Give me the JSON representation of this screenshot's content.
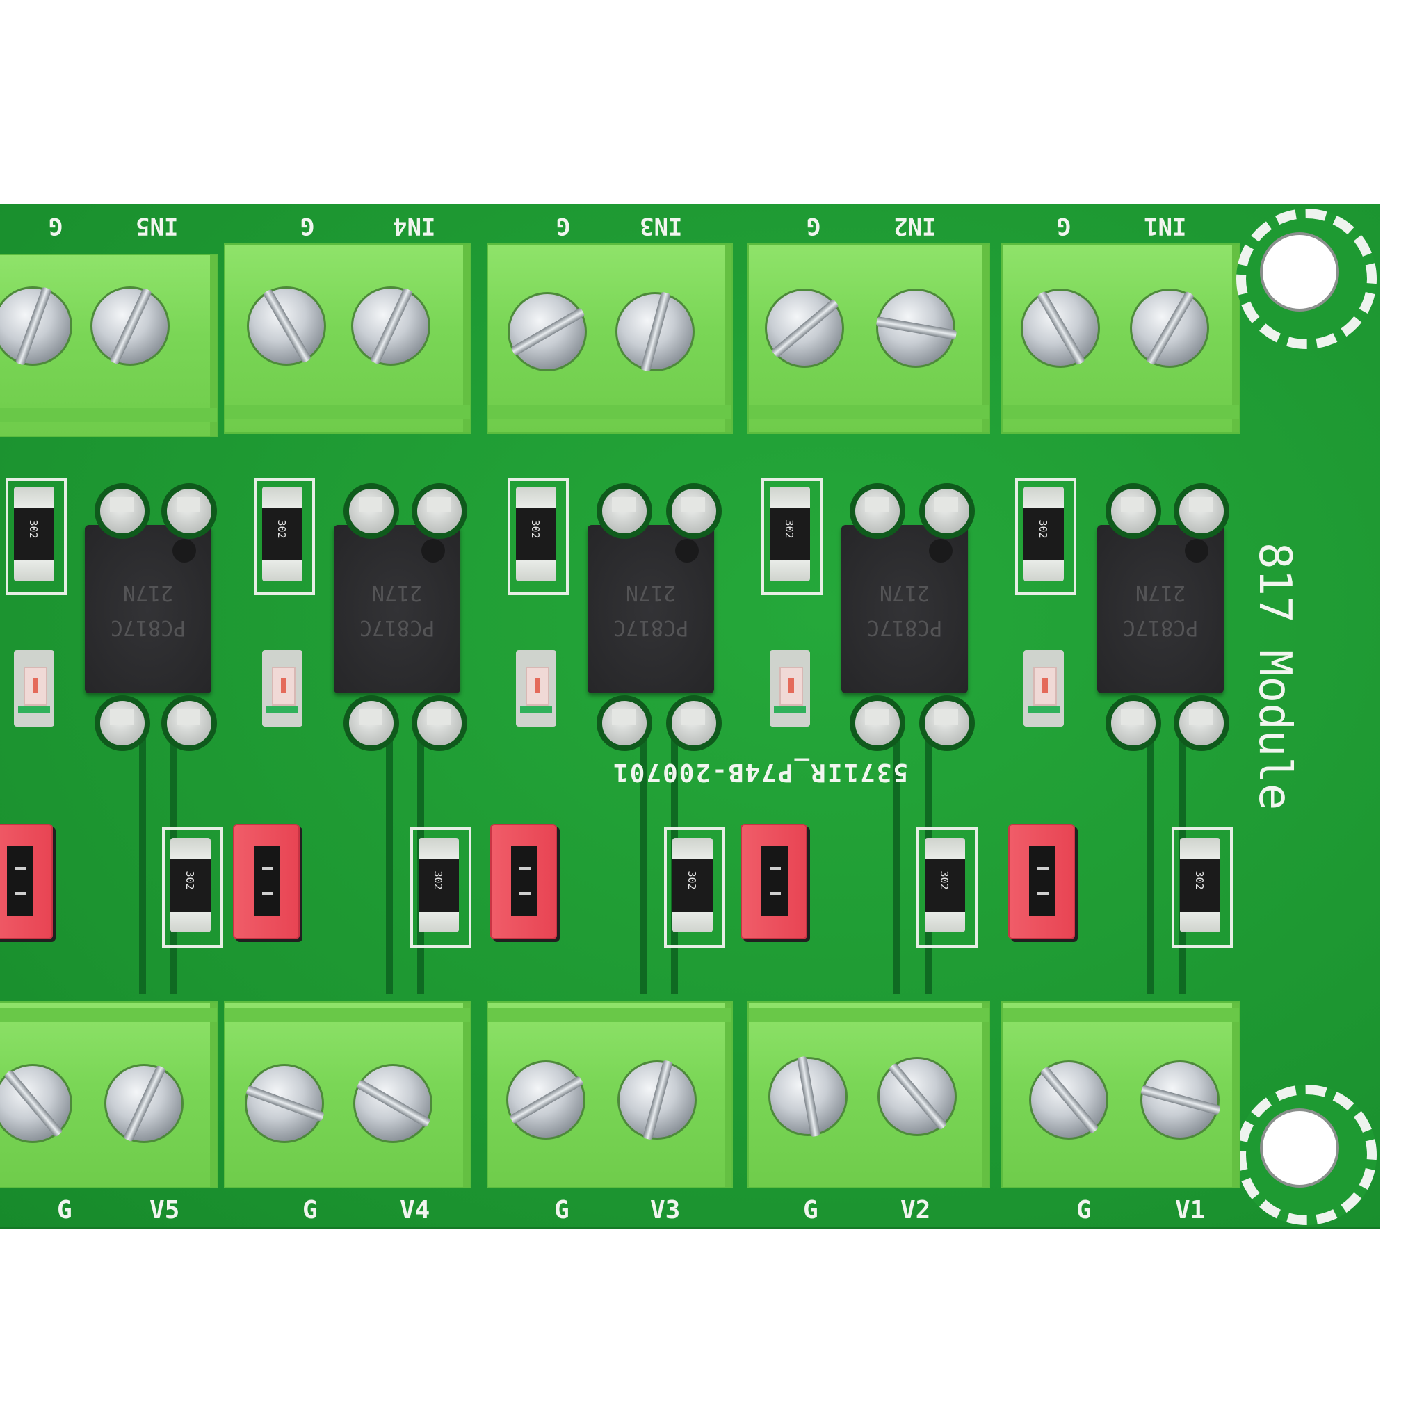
{
  "photo": {
    "subject": "5-channel PC817 optocoupler isolation module (green PCB)",
    "background_color": "#ffffff",
    "board_color": "#1e9a32",
    "terminal_color": "#7fd95c",
    "jumper_color": "#ea4a58"
  },
  "board": {
    "module_label": "817 Module",
    "code_label": "5371IR_P74B-200701"
  },
  "top_terminals": [
    {
      "ground": "G",
      "signal": "IN5"
    },
    {
      "ground": "G",
      "signal": "IN4"
    },
    {
      "ground": "G",
      "signal": "IN3"
    },
    {
      "ground": "G",
      "signal": "IN2"
    },
    {
      "ground": "G",
      "signal": "IN1"
    }
  ],
  "bottom_terminals": [
    {
      "ground": "G",
      "signal": "V5"
    },
    {
      "ground": "G",
      "signal": "V4"
    },
    {
      "ground": "G",
      "signal": "V3"
    },
    {
      "ground": "G",
      "signal": "V2"
    },
    {
      "ground": "G",
      "signal": "V1"
    }
  ],
  "optocouplers": [
    {
      "line1": "PC817C",
      "line2": "217N"
    },
    {
      "line1": "PC817C",
      "line2": "217N"
    },
    {
      "line1": "PC817C",
      "line2": "217N"
    },
    {
      "line1": "PC817C",
      "line2": "217N"
    },
    {
      "line1": "PC817C",
      "line2": "217N"
    }
  ],
  "resistor_marking": "302"
}
